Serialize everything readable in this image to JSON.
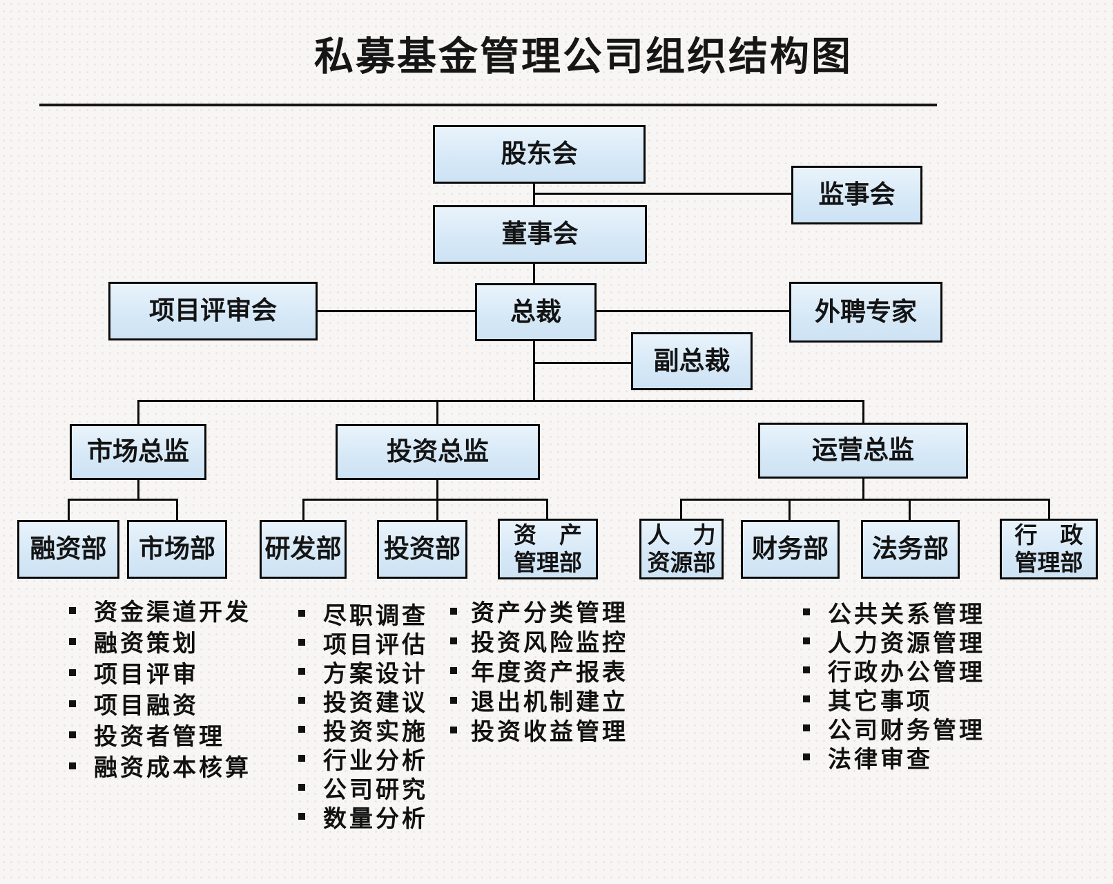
{
  "title": "私募基金管理公司组织结构图",
  "colors": {
    "box_fill": "#d7e9f7",
    "box_border": "#0a0a0a",
    "connector": "#0a0a0a",
    "background": "#f8f6f4"
  },
  "nodes": {
    "shareholders": {
      "label": "股东会"
    },
    "supervisory_board": {
      "label": "监事会"
    },
    "board_of_directors": {
      "label": "董事会"
    },
    "project_review": {
      "label": "项目评审会"
    },
    "president": {
      "label": "总裁"
    },
    "external_experts": {
      "label": "外聘专家"
    },
    "vice_president": {
      "label": "副总裁"
    },
    "marketing_director": {
      "label": "市场总监"
    },
    "investment_director": {
      "label": "投资总监"
    },
    "operations_director": {
      "label": "运营总监"
    },
    "financing_dept": {
      "label": "融资部"
    },
    "market_dept": {
      "label": "市场部"
    },
    "rd_dept": {
      "label": "研发部"
    },
    "investment_dept": {
      "label": "投资部"
    },
    "asset_mgmt_dept": {
      "line1": "资　产",
      "line2": "管理部"
    },
    "hr_dept": {
      "line1": "人　力",
      "line2": "资源部"
    },
    "finance_dept": {
      "label": "财务部"
    },
    "legal_dept": {
      "label": "法务部"
    },
    "admin_dept": {
      "line1": "行　政",
      "line2": "管理部"
    }
  },
  "lists": {
    "financing": {
      "items": [
        "资金渠道开发",
        "融资策划",
        "项目评审",
        "项目融资",
        "投资者管理",
        "融资成本核算"
      ]
    },
    "research": {
      "items": [
        "尽职调查",
        "项目评估",
        "方案设计",
        "投资建议",
        "投资实施",
        "行业分析",
        "公司研究",
        "数量分析"
      ]
    },
    "asset": {
      "items": [
        "资产分类管理",
        "投资风险监控",
        "年度资产报表",
        "退出机制建立",
        "投资收益管理"
      ]
    },
    "operations": {
      "items": [
        "公共关系管理",
        "人力资源管理",
        "行政办公管理",
        "其它事项",
        "公司财务管理",
        "法律审查"
      ]
    }
  }
}
